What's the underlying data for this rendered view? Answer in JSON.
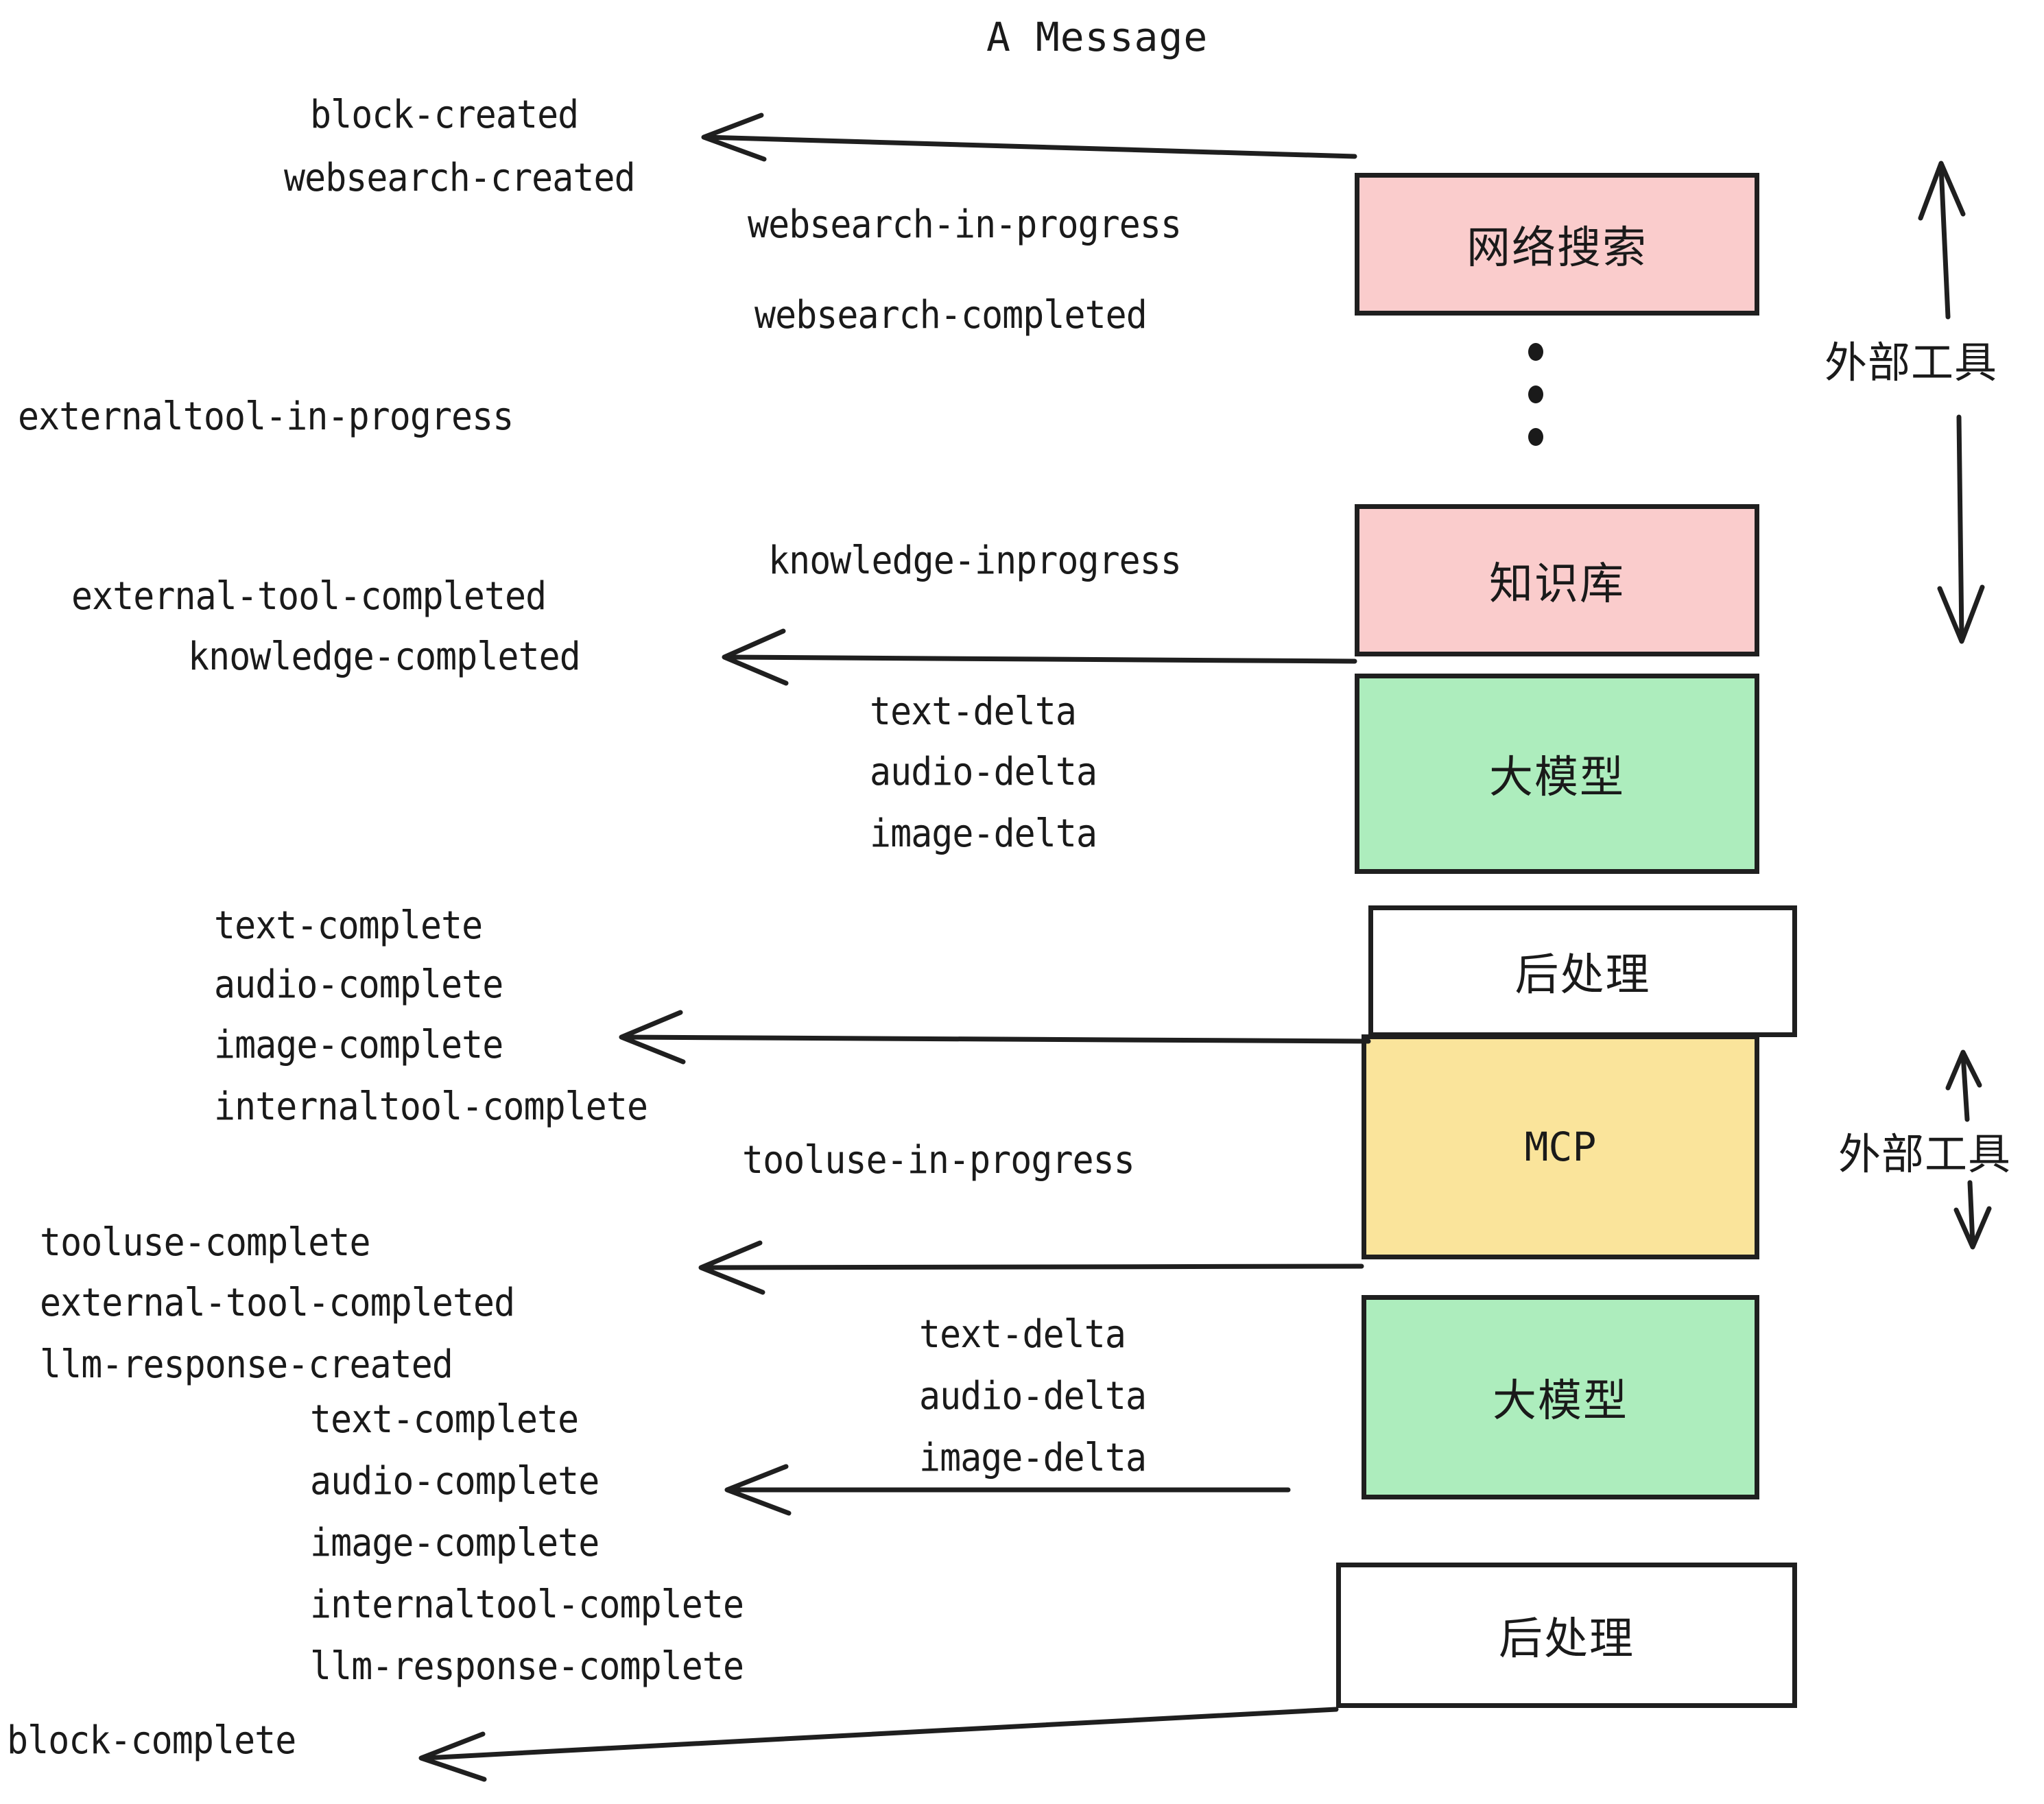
{
  "title": "A Message",
  "colors": {
    "pink": "#FACCCC",
    "green": "#ADEDBD",
    "yellow": "#FAE49B",
    "white": "#FFFFFF",
    "stroke": "#1F1F1F",
    "text": "#1A1A1A"
  },
  "boxes": {
    "websearch": "网络搜索",
    "knowledge": "知识库",
    "llm_top": "大模型",
    "postprocess_top": "后处理",
    "mcp": "MCP",
    "llm_bottom": "大模型",
    "postprocess_bottom": "后处理"
  },
  "side_labels": {
    "external_tool_top": "外部工具",
    "external_tool_bottom": "外部工具"
  },
  "events": {
    "block_created": "block-created",
    "websearch_created": "websearch-created",
    "websearch_in_progress": "websearch-in-progress",
    "websearch_completed": "websearch-completed",
    "externaltool_in_progress": "externaltool-in-progress",
    "knowledge_inprogress": "knowledge-inprogress",
    "external_tool_completed_1": "external-tool-completed",
    "knowledge_completed": "knowledge-completed",
    "text_delta_1": "text-delta",
    "audio_delta_1": "audio-delta",
    "image_delta_1": "image-delta",
    "text_complete_1": "text-complete",
    "audio_complete_1": "audio-complete",
    "image_complete_1": "image-complete",
    "internaltool_complete_1": "internaltool-complete",
    "tooluse_in_progress": "tooluse-in-progress",
    "tooluse_complete": "tooluse-complete",
    "external_tool_completed_2": "external-tool-completed",
    "llm_response_created": "llm-response-created",
    "text_delta_2": "text-delta",
    "audio_delta_2": "audio-delta",
    "image_delta_2": "image-delta",
    "text_complete_2": "text-complete",
    "audio_complete_2": "audio-complete",
    "image_complete_2": "image-complete",
    "internaltool_complete_2": "internaltool-complete",
    "llm_response_complete": "llm-response-complete",
    "block_complete": "block-complete"
  },
  "ellipsis": "⋮"
}
